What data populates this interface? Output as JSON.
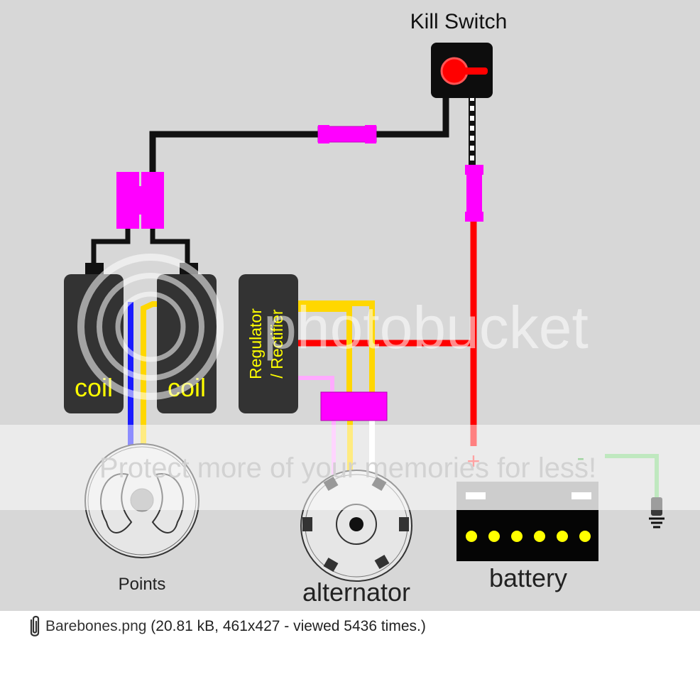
{
  "diagram": {
    "kill_switch_label": "Kill Switch",
    "coil_label": "coil",
    "regulator_label_line1": "Regulator",
    "regulator_label_line2": "/ Rectifier",
    "points_label": "Points",
    "alternator_label": "alternator",
    "battery_label": "battery",
    "battery_plus": "+",
    "battery_minus": "-",
    "watermark_brand": "photobucket",
    "watermark_tagline": "Protect more of your memories for less!",
    "colors": {
      "background": "#d7d7d7",
      "wire_black": "#111111",
      "wire_red": "#ff0000",
      "wire_yellow": "#ffd700",
      "wire_blue": "#1a1aff",
      "wire_pink": "#ffaaff",
      "wire_white": "#ffffff",
      "wire_green": "#7fd17f",
      "connector_magenta": "#ff00ff",
      "component_dark": "#333333",
      "switch_red": "#ff0000",
      "battery_cells": "#ffff00"
    }
  },
  "attachment": {
    "filename": "Barebones.png",
    "details": "(20.81 kB, 461x427 - viewed 5436 times.)"
  }
}
